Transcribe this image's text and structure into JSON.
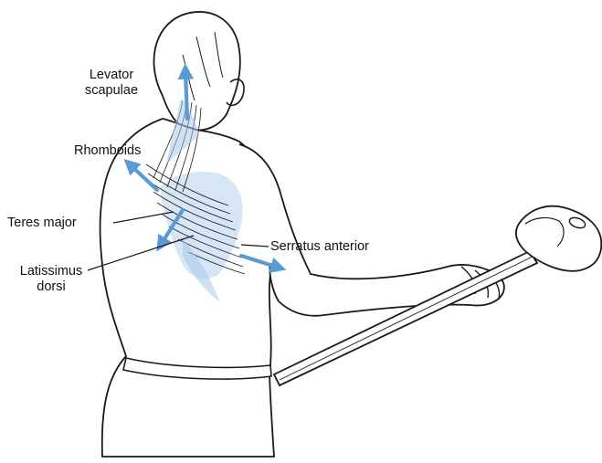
{
  "labels": {
    "levator_line1": "Levator",
    "levator_line2": "scapulae",
    "rhomboids": "Rhomboids",
    "teres_major": "Teres major",
    "latissimus_line1": "Latissimus",
    "latissimus_line2": "dorsi",
    "serratus_anterior": "Serratus anterior"
  },
  "colors": {
    "arrow": "#5b9bd5",
    "muscle_tint": "#a9c8ea",
    "outline": "#1a1a1a",
    "background": "#ffffff"
  }
}
